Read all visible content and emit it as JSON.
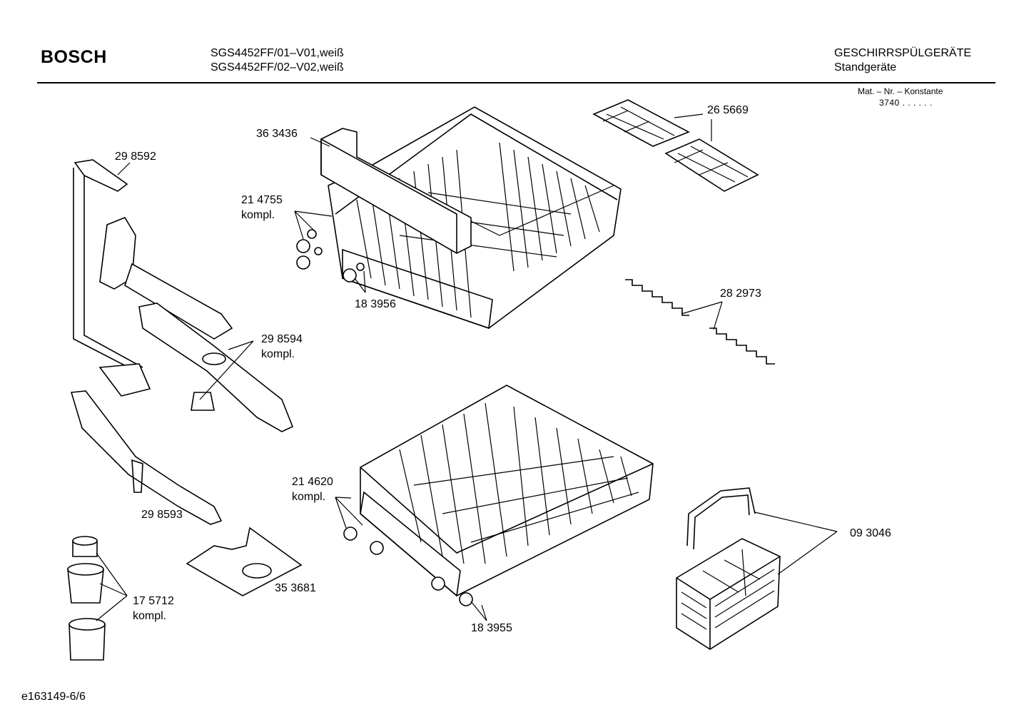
{
  "header": {
    "brand": "BOSCH",
    "models": [
      "SGS4452FF/01–V01,weiß",
      "SGS4452FF/02–V02,weiß"
    ],
    "category": [
      "GESCHIRRSPÜLGERÄTE",
      "Standgeräte"
    ],
    "mat_label": "Mat. – Nr. – Konstante",
    "mat_value": "3740  .   .    .   .   .   ."
  },
  "parts": {
    "p363436": "36 3436",
    "p298592": "29 8592",
    "p214755": [
      "21 4755",
      "kompl."
    ],
    "p183956": "18 3956",
    "p298594": [
      "29 8594",
      "kompl."
    ],
    "p298593": "29 8593",
    "p265669": "26 5669",
    "p282973": "28 2973",
    "p214620": [
      "21 4620",
      "kompl."
    ],
    "p353681": "35 3681",
    "p175712": [
      "17 5712",
      "kompl."
    ],
    "p183955": "18 3955",
    "p093046": "09 3046"
  },
  "footer": "e163149-6/6"
}
